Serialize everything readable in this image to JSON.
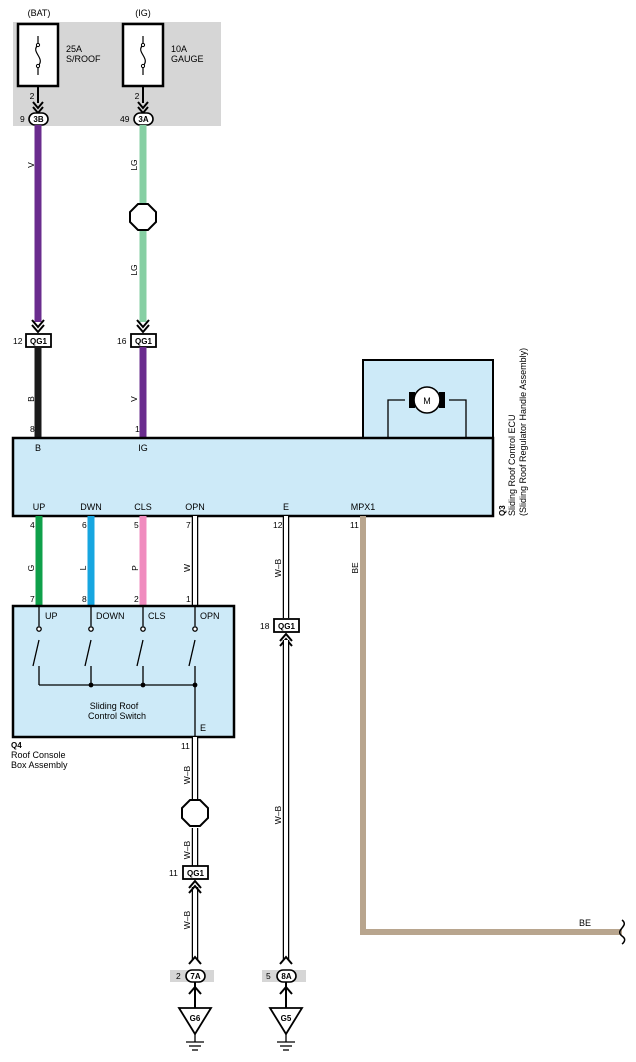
{
  "fuses": [
    {
      "supply": "(BAT)",
      "amp": "25A",
      "name": "S/ROOF",
      "pin": "2",
      "conn": "3B",
      "conn_pin": "9"
    },
    {
      "supply": "(IG)",
      "amp": "10A",
      "name": "GAUGE",
      "pin": "2",
      "conn": "3A",
      "conn_pin": "49"
    }
  ],
  "wires": {
    "v_top": "V",
    "lg_top": "LG",
    "lg_bottom": "LG",
    "b": "B",
    "v_ig": "V",
    "g": "G",
    "l": "L",
    "p": "P",
    "w": "W",
    "wb_switch_1": "W–B",
    "wb_switch_2": "W–B",
    "wb_switch_3": "W–B",
    "wb_ecu_1": "W–B",
    "wb_ecu_2": "W–B",
    "be_vert": "BE",
    "be_horiz": "BE"
  },
  "connectors": {
    "qg1_bat": {
      "name": "QG1",
      "pin": "12"
    },
    "qg1_ig": {
      "name": "QG1",
      "pin": "16"
    },
    "qg1_e": {
      "name": "QG1",
      "pin": "18"
    },
    "qg1_sw": {
      "name": "QG1",
      "pin": "11"
    },
    "j7a": {
      "name": "7A",
      "pin": "2"
    },
    "j8a": {
      "name": "8A",
      "pin": "5"
    }
  },
  "ecu": {
    "code": "Q3",
    "title": "Sliding Roof Control ECU",
    "subtitle": "(Sliding Roof Regulator Handle Assembly)",
    "motor": "M",
    "top_pins": [
      {
        "num": "8",
        "label": "B"
      },
      {
        "num": "1",
        "label": "IG"
      }
    ],
    "bottom_pins": [
      {
        "num": "4",
        "label": "UP"
      },
      {
        "num": "6",
        "label": "DWN"
      },
      {
        "num": "5",
        "label": "CLS"
      },
      {
        "num": "7",
        "label": "OPN"
      },
      {
        "num": "12",
        "label": "E"
      },
      {
        "num": "11",
        "label": "MPX1"
      }
    ]
  },
  "switch": {
    "code": "Q4",
    "name_line1": "Roof Console",
    "name_line2": "Box Assembly",
    "title_line1": "Sliding Roof",
    "title_line2": "Control Switch",
    "pins": [
      {
        "num": "7",
        "label": "UP"
      },
      {
        "num": "8",
        "label": "DOWN"
      },
      {
        "num": "2",
        "label": "CLS"
      },
      {
        "num": "1",
        "label": "OPN"
      }
    ],
    "e_label": "E",
    "e_pin": "11"
  },
  "grounds": [
    "G6",
    "G5"
  ],
  "colors": {
    "violet": "#6a2c8e",
    "light_green": "#86cfa3",
    "black": "#1a1a1a",
    "green": "#0fa04a",
    "blue": "#17a6e0",
    "pink": "#f08cbf",
    "tan": "#b8a58e",
    "ecu_fill": "#cdeaf8",
    "fuse_box": "#d6d6d6"
  }
}
